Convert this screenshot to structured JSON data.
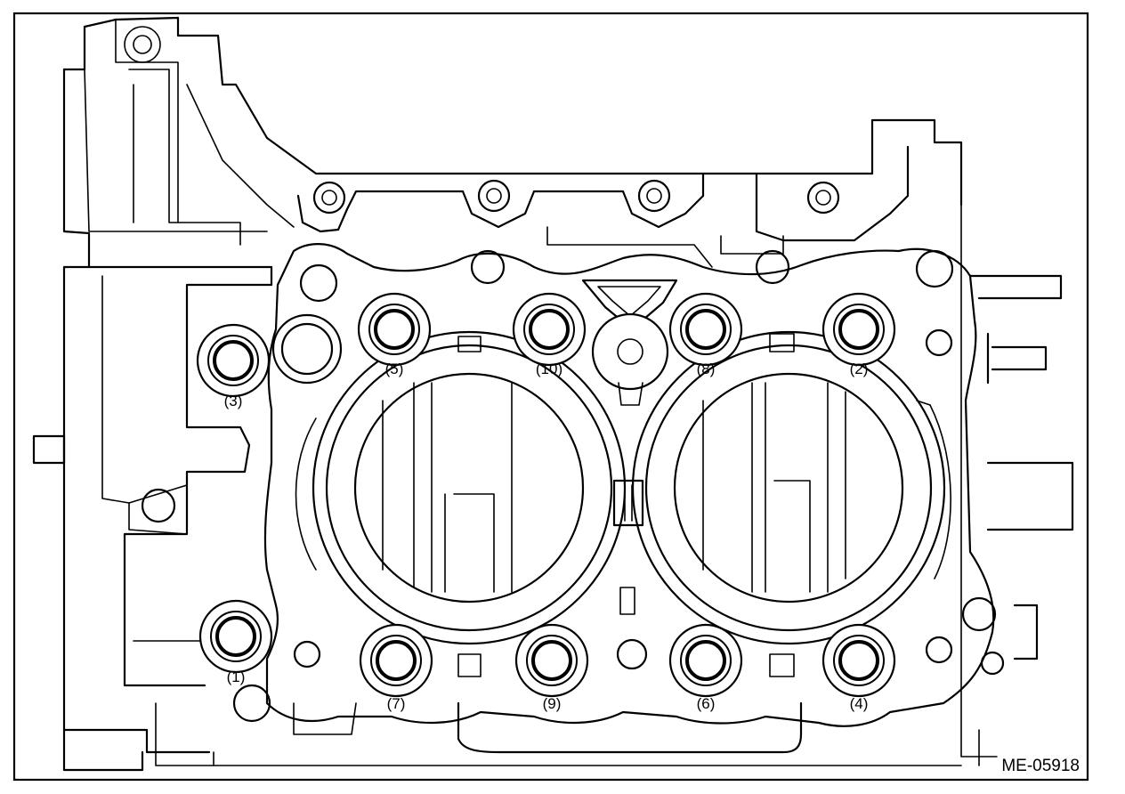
{
  "figure_code": "ME-05918",
  "bolts": [
    {
      "label": "(1)"
    },
    {
      "label": "(2)"
    },
    {
      "label": "(3)"
    },
    {
      "label": "(4)"
    },
    {
      "label": "(5)"
    },
    {
      "label": "(6)"
    },
    {
      "label": "(7)"
    },
    {
      "label": "(8)"
    },
    {
      "label": "(9)"
    },
    {
      "label": "(10)"
    }
  ]
}
